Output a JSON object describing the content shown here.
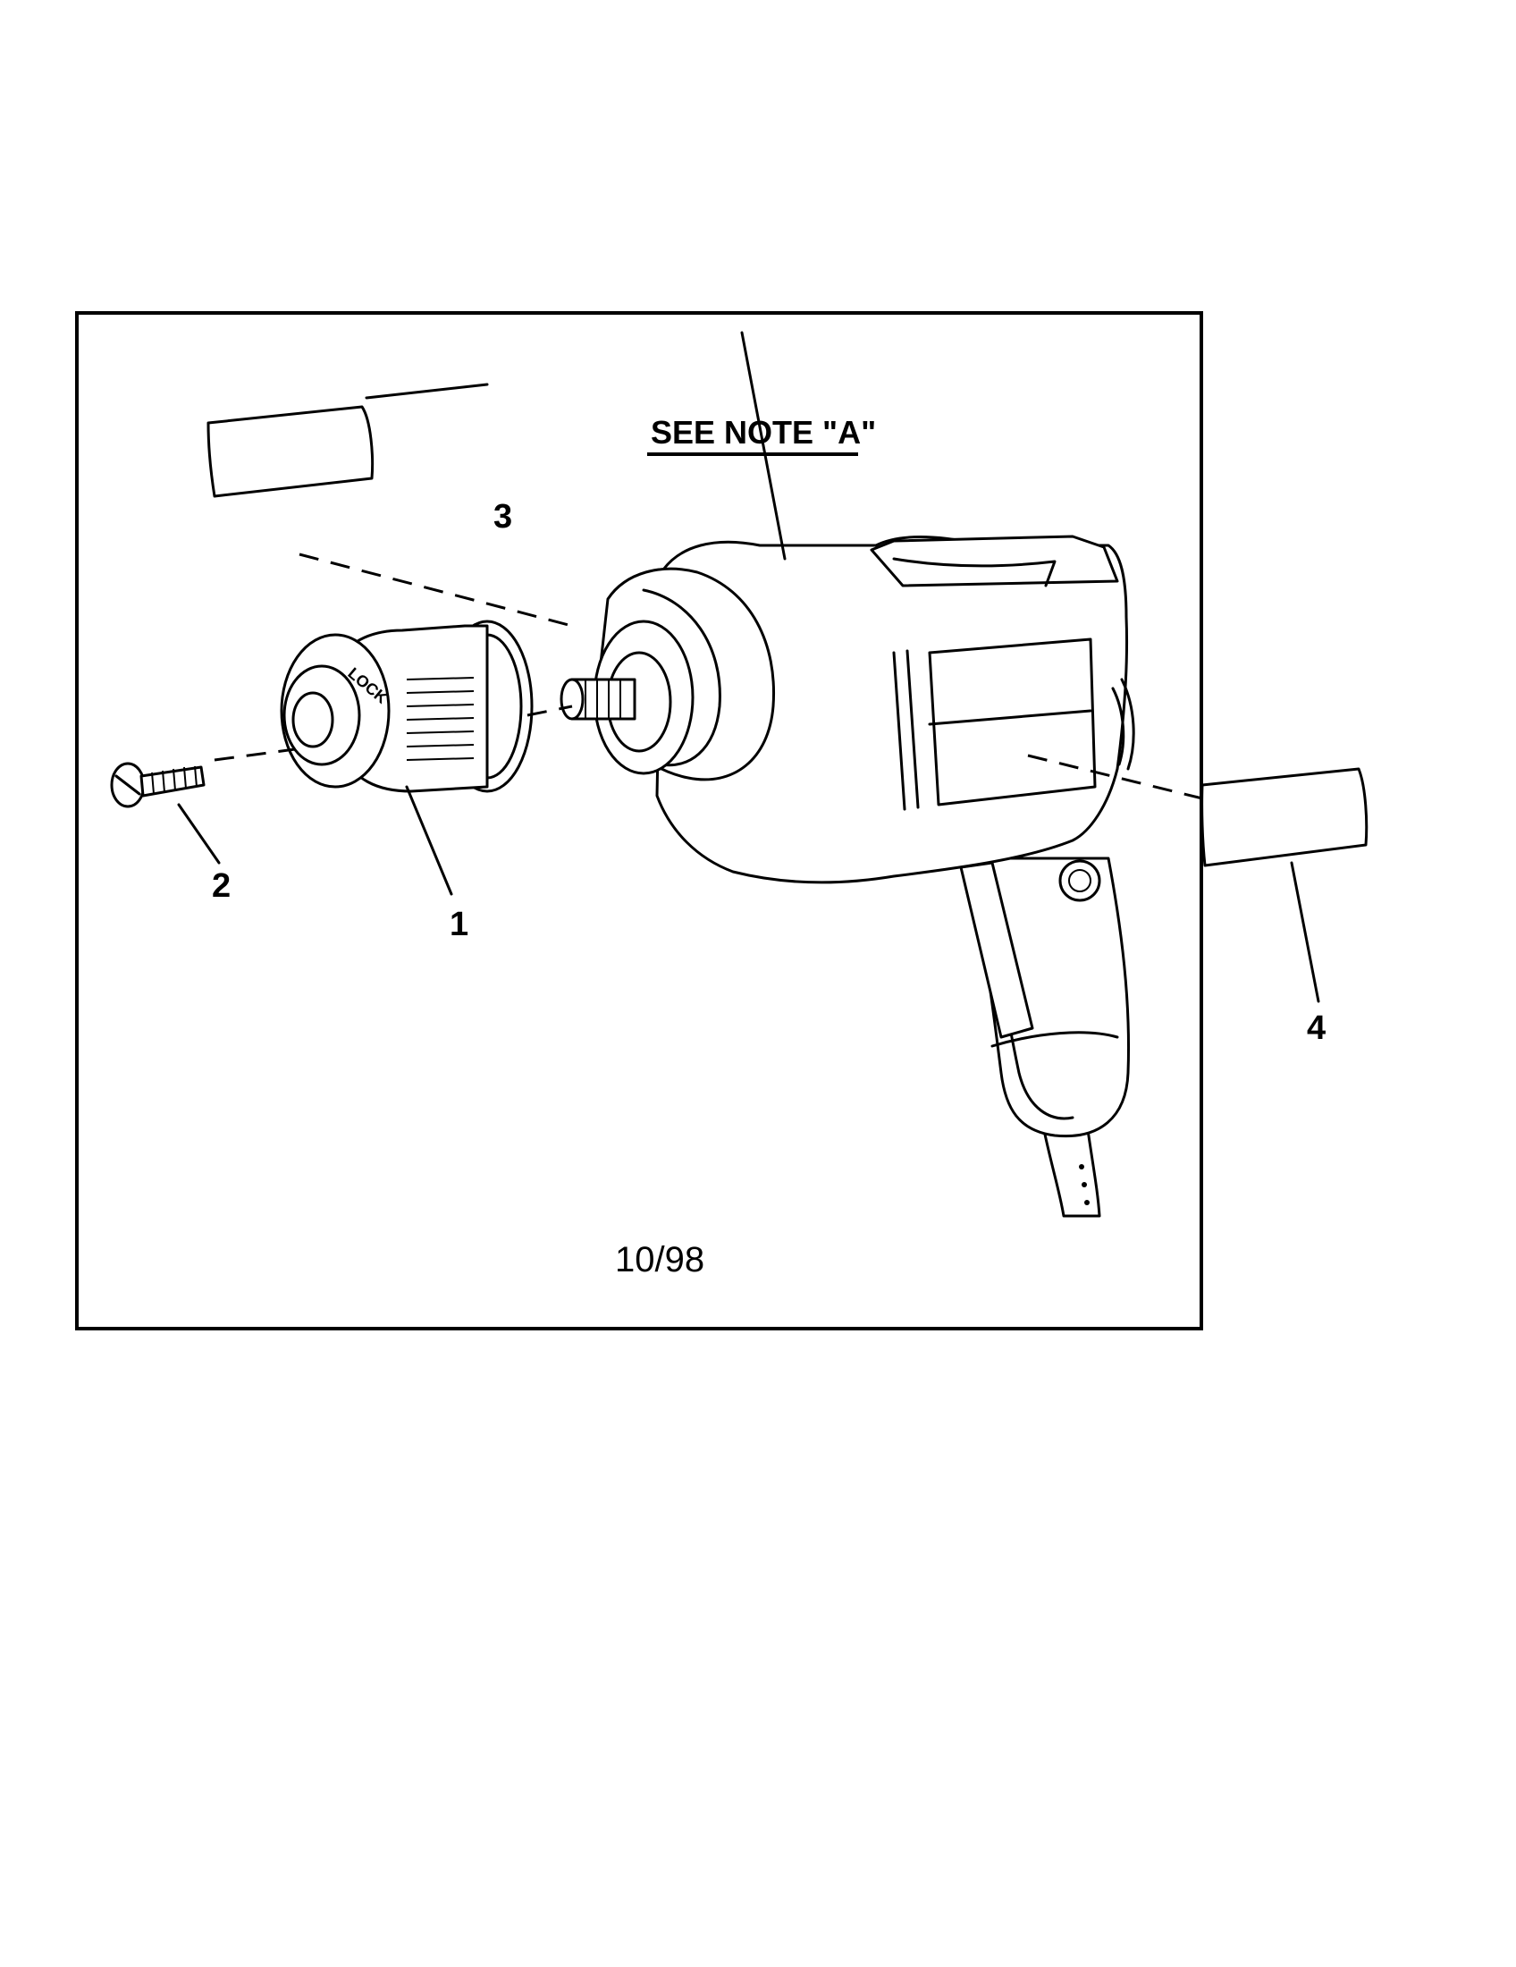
{
  "note_label": "SEE NOTE \"A\"",
  "callouts": {
    "part1": "1",
    "part2": "2",
    "part3": "3",
    "part4": "4"
  },
  "chuck_marking": "LOCK",
  "date_code": "10/98"
}
